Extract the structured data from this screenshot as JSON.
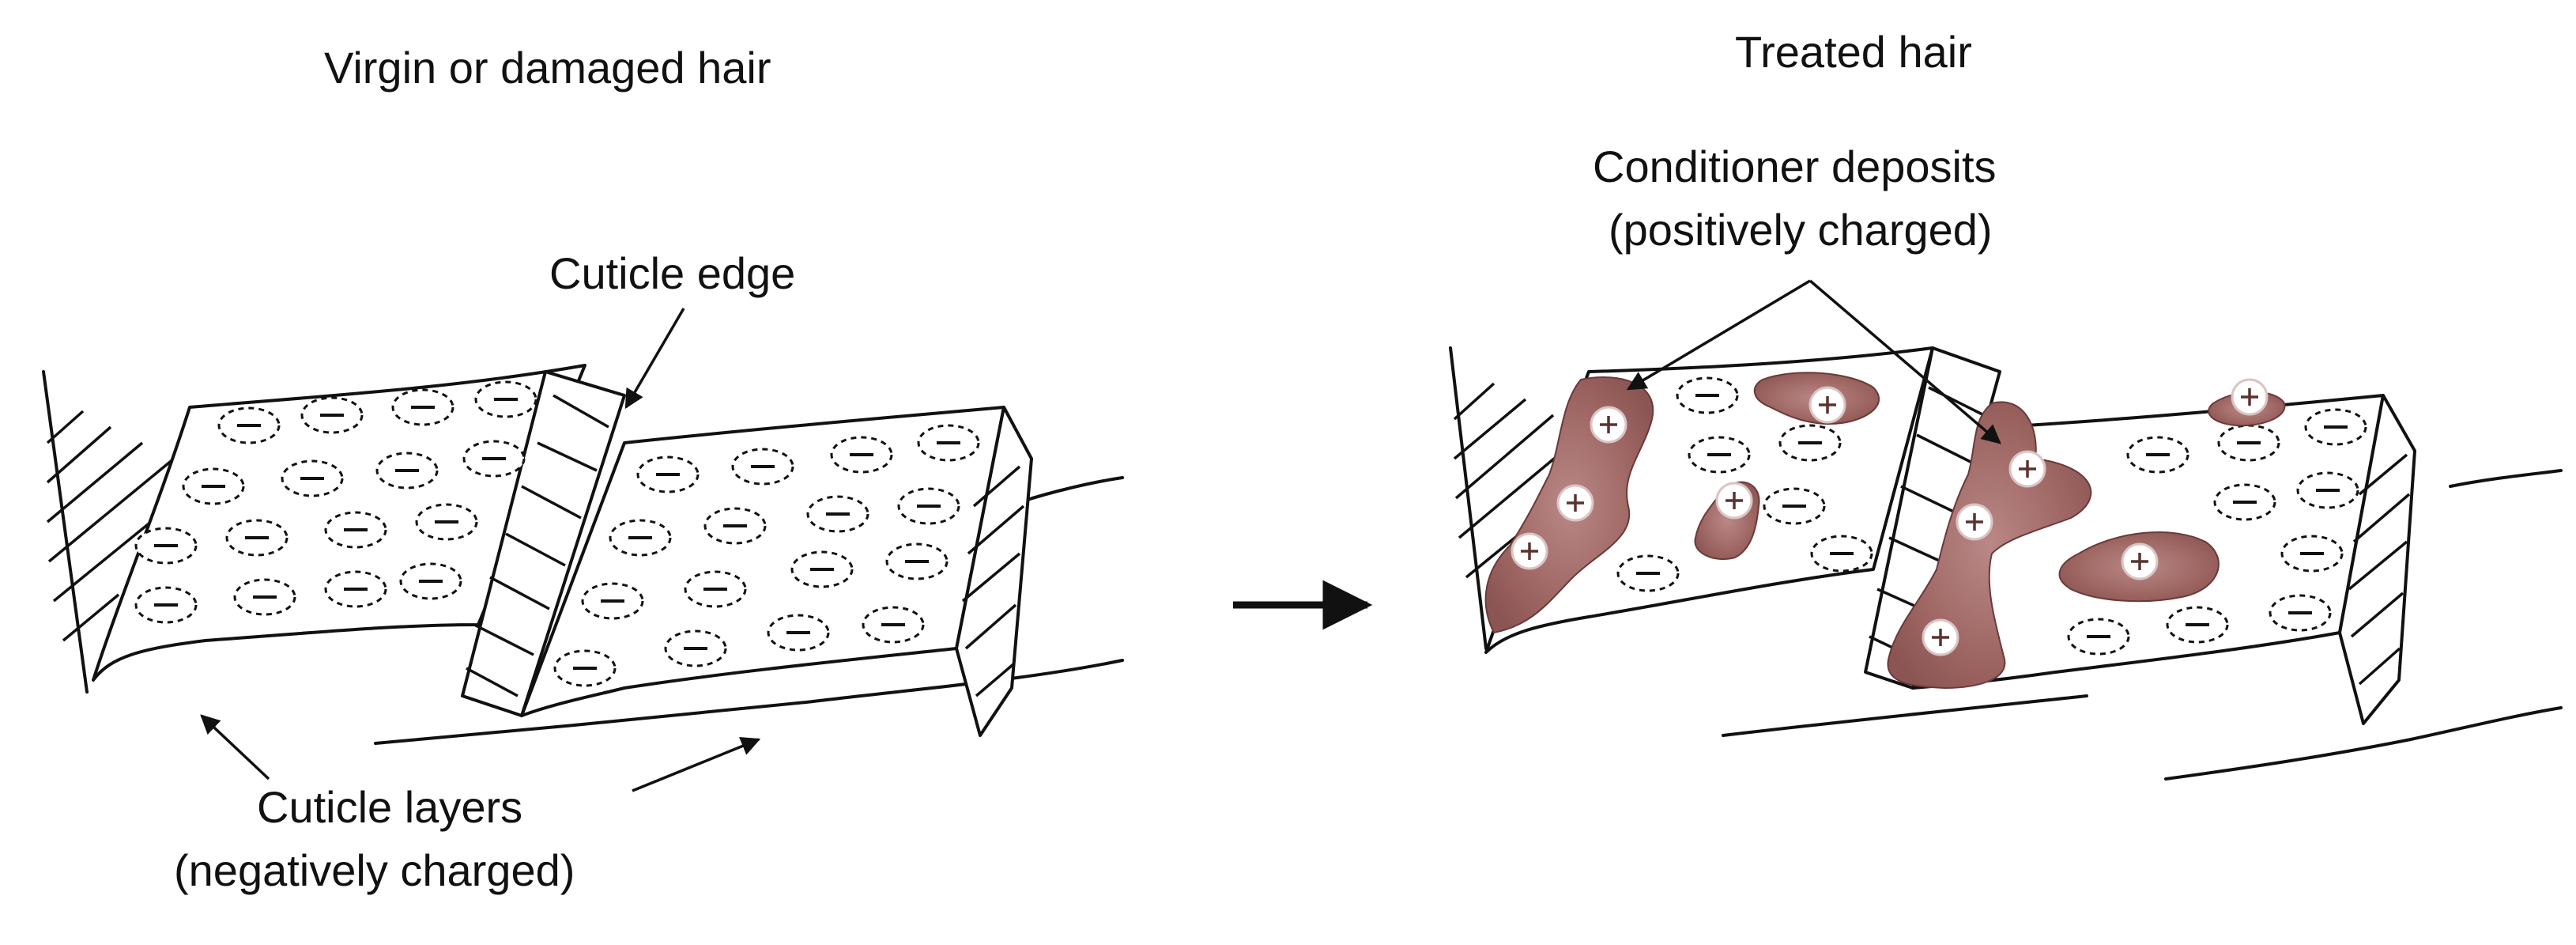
{
  "labels": {
    "left_title": "Virgin or damaged hair",
    "right_title": "Treated hair",
    "cuticle_edge": "Cuticle edge",
    "cuticle_layers_line1": "Cuticle layers",
    "cuticle_layers_line2": "(negatively charged)",
    "conditioner_line1": "Conditioner deposits",
    "conditioner_line2": "(positively charged)"
  },
  "colors": {
    "deposit_fill": "#9c6461",
    "deposit_light": "#b98886",
    "line": "#111111"
  }
}
